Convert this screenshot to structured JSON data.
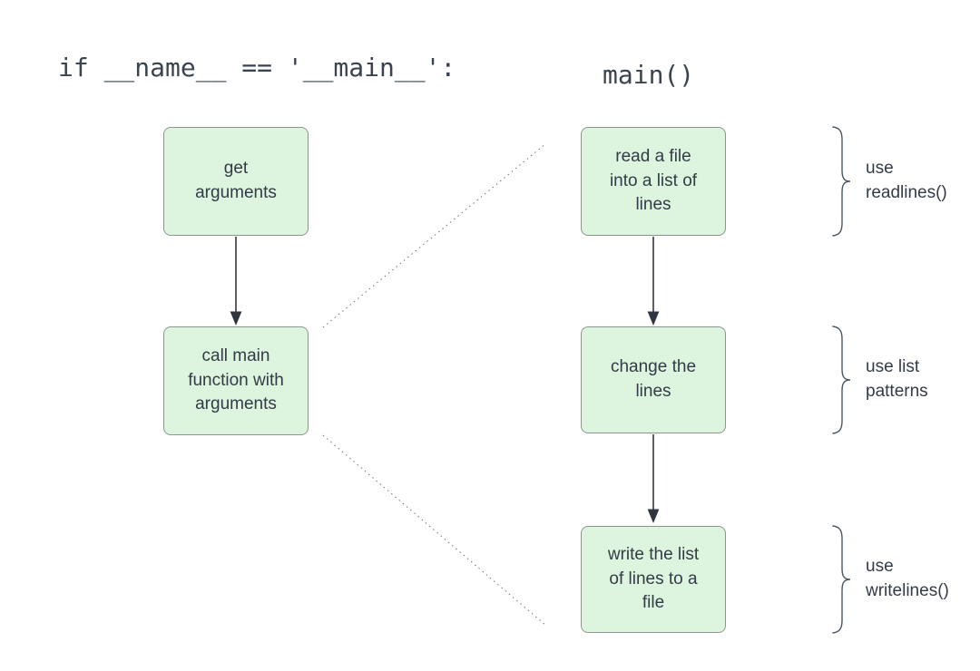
{
  "left_flow": {
    "title": "if __name__ == '__main__':",
    "boxes": [
      {
        "label": "get\narguments"
      },
      {
        "label": "call main\nfunction with\narguments"
      }
    ]
  },
  "right_flow": {
    "title": "main()",
    "boxes": [
      {
        "label": "read a file\ninto a list of\nlines",
        "note": "use\nreadlines()"
      },
      {
        "label": "change the\nlines",
        "note": "use list\npatterns"
      },
      {
        "label": "write the list\nof lines to a\nfile",
        "note": "use\nwritelines()"
      }
    ]
  },
  "colors": {
    "box_fill": "#ddf4de",
    "box_border": "#8d968d",
    "text": "#333b47",
    "arrow": "#2f3640",
    "dotted_line": "#6b7280"
  }
}
